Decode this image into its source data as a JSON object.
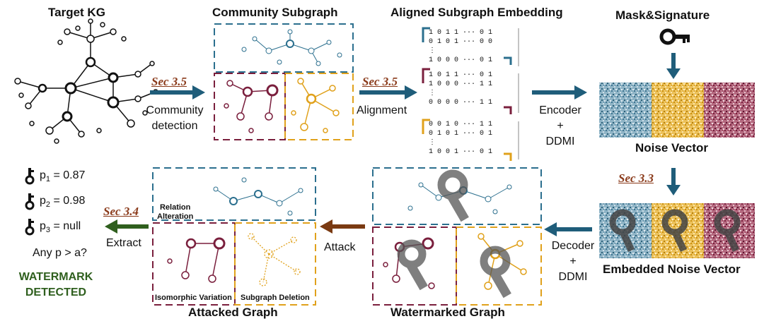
{
  "titles": {
    "target_kg": "Target KG",
    "community_subgraph": "Community Subgraph",
    "aligned_embedding": "Aligned Subgraph Embedding",
    "mask_signature": "Mask&Signature",
    "noise_vector": "Noise Vector",
    "embedded_noise_vector": "Embedded Noise Vector",
    "watermarked_graph": "Watermarked Graph",
    "attacked_graph": "Attacked Graph"
  },
  "steps": {
    "community_detection": {
      "sec": "Sec 3.5",
      "line1": "Community",
      "line2": "detection"
    },
    "alignment": {
      "sec": "Sec 3.5",
      "line1": "Alignment"
    },
    "encoder": {
      "line1": "Encoder",
      "line2": "+",
      "line3": "DDMI"
    },
    "embed": {
      "sec": "Sec 3.3"
    },
    "decoder": {
      "line1": "Decoder",
      "line2": "+",
      "line3": "DDMI"
    },
    "attack": {
      "line1": "Attack"
    },
    "extract": {
      "sec": "Sec 3.4",
      "line1": "Extract"
    }
  },
  "attack_labels": {
    "relation_alteration_1": "Relation",
    "relation_alteration_2": "Alteration",
    "isomorphic_variation": "Isomorphic Variation",
    "subgraph_deletion": "Subgraph Deletion"
  },
  "matrices": [
    {
      "color": "#2b6f8e",
      "rows": [
        "1   0   1   1   ···   0   1",
        "0   1   0   1   ···   0   0",
        "⋮",
        "1   0   0   0   ···   0   1"
      ]
    },
    {
      "color": "#7a1f3d",
      "rows": [
        "1   0   1   1   ···   0   1",
        "1   0   0   0   ···   1   1",
        "⋮",
        "0   0   0   0   ···   1   1"
      ]
    },
    {
      "color": "#e0a11b",
      "rows": [
        "0   0   1   0   ···   1   1",
        "0   1   0   1   ···   0   1",
        "⋮",
        "1   0   0   1   ···   0   1"
      ]
    }
  ],
  "probabilities": [
    {
      "name": "p",
      "sub": "1",
      "value": "= 0.87"
    },
    {
      "name": "p",
      "sub": "2",
      "value": "= 0.98"
    },
    {
      "name": "p",
      "sub": "3",
      "value": "= null"
    }
  ],
  "question": "Any p > a?",
  "result": {
    "line1": "WATERMARK",
    "line2": "DETECTED"
  },
  "colors": {
    "blue": "#2b6f8e",
    "maroon": "#7a1f3d",
    "gold": "#e0a11b",
    "arrow_blue": "#1f5d7a",
    "arrow_brown": "#7a3a12",
    "arrow_green": "#2f5f1e"
  }
}
